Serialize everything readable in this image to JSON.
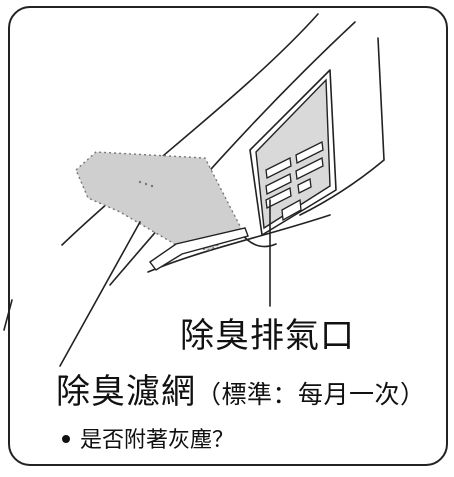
{
  "labels": {
    "vent": "除臭排氣口",
    "filter": "除臭濾網",
    "standard": "（標準：每月一次）",
    "check": "是否附著灰塵？"
  }
}
